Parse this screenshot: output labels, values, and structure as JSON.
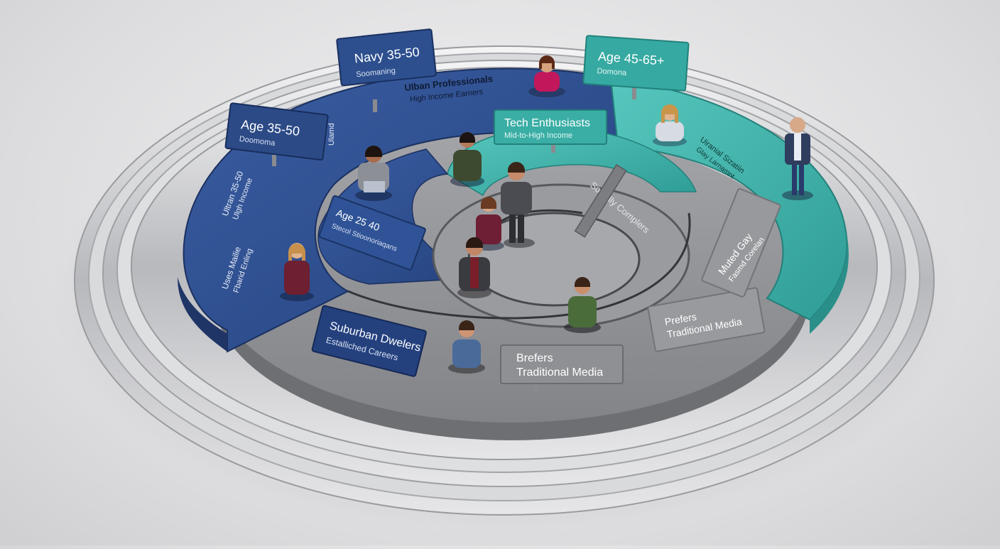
{
  "colors": {
    "navy": "#2e4d8c",
    "navy_dark": "#1f3566",
    "teal": "#3fb6ad",
    "teal_dark": "#2a8f88",
    "gray": "#8d8e92",
    "gray_dark": "#6b6c70",
    "silver": "#c9cacd"
  },
  "signs": {
    "navy_35_50": {
      "title": "Navy 35-50",
      "sub": "Soomaning"
    },
    "age_35_50": {
      "title": "Age 35-50",
      "sub": "Doomoma"
    },
    "age_45_65": {
      "title": "Age 45-65+",
      "sub": "Domona"
    },
    "tech": {
      "title": "Tech Enthusiasts",
      "sub": "Mid-to-High Income"
    },
    "age_25_40": {
      "title": "Age 25 40",
      "sub": "Stecol Stioonoriaqans"
    },
    "suburban": {
      "title": "Suburban Dwelers",
      "sub": "Estalliched Careers"
    },
    "brefers": {
      "title": "Brefers",
      "sub": "Traditional Media"
    },
    "prefers": {
      "title": "Prefers",
      "sub": "Traditional Media"
    },
    "muted_gray": {
      "title": "Muted Gay",
      "sub": "Fasmd Corelan"
    }
  },
  "ring_text": {
    "urban_pro": {
      "title": "Ulban Professionals",
      "sub": "High Income Earners"
    },
    "urban_35_50": {
      "title": "Ultran 35-50",
      "sub": "Ulgh Income"
    },
    "uses_mobile": {
      "title": "Uses Mailie",
      "sub": "Fbarid Enling"
    },
    "socially": "Socially Complers",
    "teal_arc": {
      "title": "Uiranial Sizatiin",
      "sub": "Glay Larnamnt"
    },
    "navy_vertical": "Ulamd"
  }
}
